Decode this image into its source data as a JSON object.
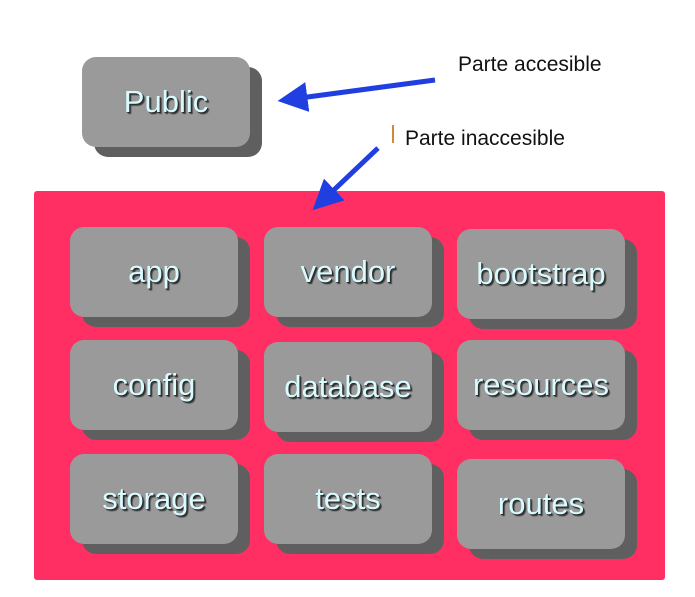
{
  "public_box": {
    "label": "Public"
  },
  "annotations": {
    "accessible": "Parte accesible",
    "inaccessible": "Parte inaccesible"
  },
  "folders": [
    {
      "label": "app"
    },
    {
      "label": "vendor"
    },
    {
      "label": "bootstrap"
    },
    {
      "label": "config"
    },
    {
      "label": "database"
    },
    {
      "label": "resources"
    },
    {
      "label": "storage"
    },
    {
      "label": "tests"
    },
    {
      "label": "routes"
    }
  ],
  "colors": {
    "inaccessible_area": "#ff2e63",
    "box_face": "#9a9a9a",
    "box_shadow": "#5f5f5f",
    "box_text": "#d9fbff",
    "arrow": "#1f3fe0"
  }
}
